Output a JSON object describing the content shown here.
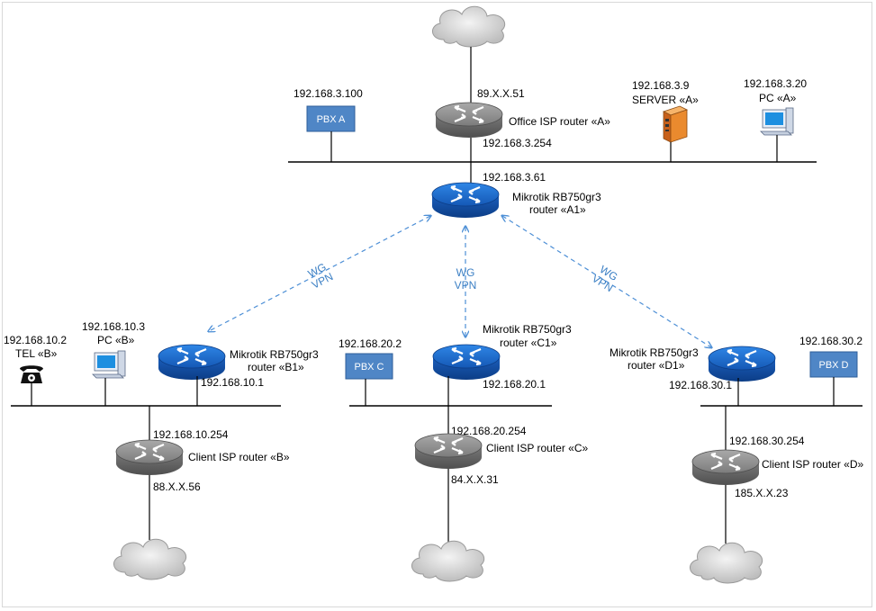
{
  "colors": {
    "router_blue": "#1f6fcf",
    "router_gray": "#8a8a8a",
    "pbx_fill": "#4f86c6",
    "vpn_line": "#4d8fd6",
    "line": "#000000"
  },
  "icons": {
    "cloud": "cloud-icon",
    "router": "router-icon",
    "pc": "computer-icon",
    "server": "server-icon",
    "phone": "telephone-icon"
  },
  "office": {
    "isp_router": {
      "label": "Office ISP router «A»",
      "wan_ip": "89.X.X.51",
      "lan_ip": "192.168.3.254"
    },
    "pbx": {
      "label": "PBX A",
      "ip": "192.168.3.100"
    },
    "server": {
      "ip": "192.168.3.9",
      "label": "SERVER «A»"
    },
    "pc": {
      "ip": "192.168.3.20",
      "label": "PC «A»"
    },
    "mikrotik": {
      "ip": "192.168.3.61",
      "label_line1": "Mikrotik RB750gr3",
      "label_line2": "router «A1»"
    }
  },
  "vpn_links": [
    {
      "line1": "WG",
      "line2": "VPN"
    },
    {
      "line1": "WG",
      "line2": "VPN"
    },
    {
      "line1": "WG",
      "line2": "VPN"
    }
  ],
  "site_b": {
    "tel": {
      "ip": "192.168.10.2",
      "label": "TEL «B»"
    },
    "pc": {
      "ip": "192.168.10.3",
      "label": "PC «B»"
    },
    "mikrotik": {
      "label_line1": "Mikrotik RB750gr3",
      "label_line2": "router «B1»",
      "ip": "192.168.10.1"
    },
    "isp_router": {
      "lan_ip": "192.168.10.254",
      "label": "Client ISP router «B»",
      "wan_ip": "88.X.X.56"
    }
  },
  "site_c": {
    "pbx": {
      "ip": "192.168.20.2",
      "label": "PBX C"
    },
    "mikrotik": {
      "label_line1": "Mikrotik RB750gr3",
      "label_line2": "router «C1»",
      "ip": "192.168.20.1"
    },
    "isp_router": {
      "lan_ip": "192.168.20.254",
      "label": "Client ISP router «C»",
      "wan_ip": "84.X.X.31"
    }
  },
  "site_d": {
    "pbx": {
      "ip": "192.168.30.2",
      "label": "PBX D"
    },
    "mikrotik": {
      "label_line1": "Mikrotik RB750gr3",
      "label_line2": "router «D1»",
      "ip": "192.168.30.1"
    },
    "isp_router": {
      "lan_ip": "192.168.30.254",
      "label": "Client ISP router «D»",
      "wan_ip": "185.X.X.23"
    }
  }
}
